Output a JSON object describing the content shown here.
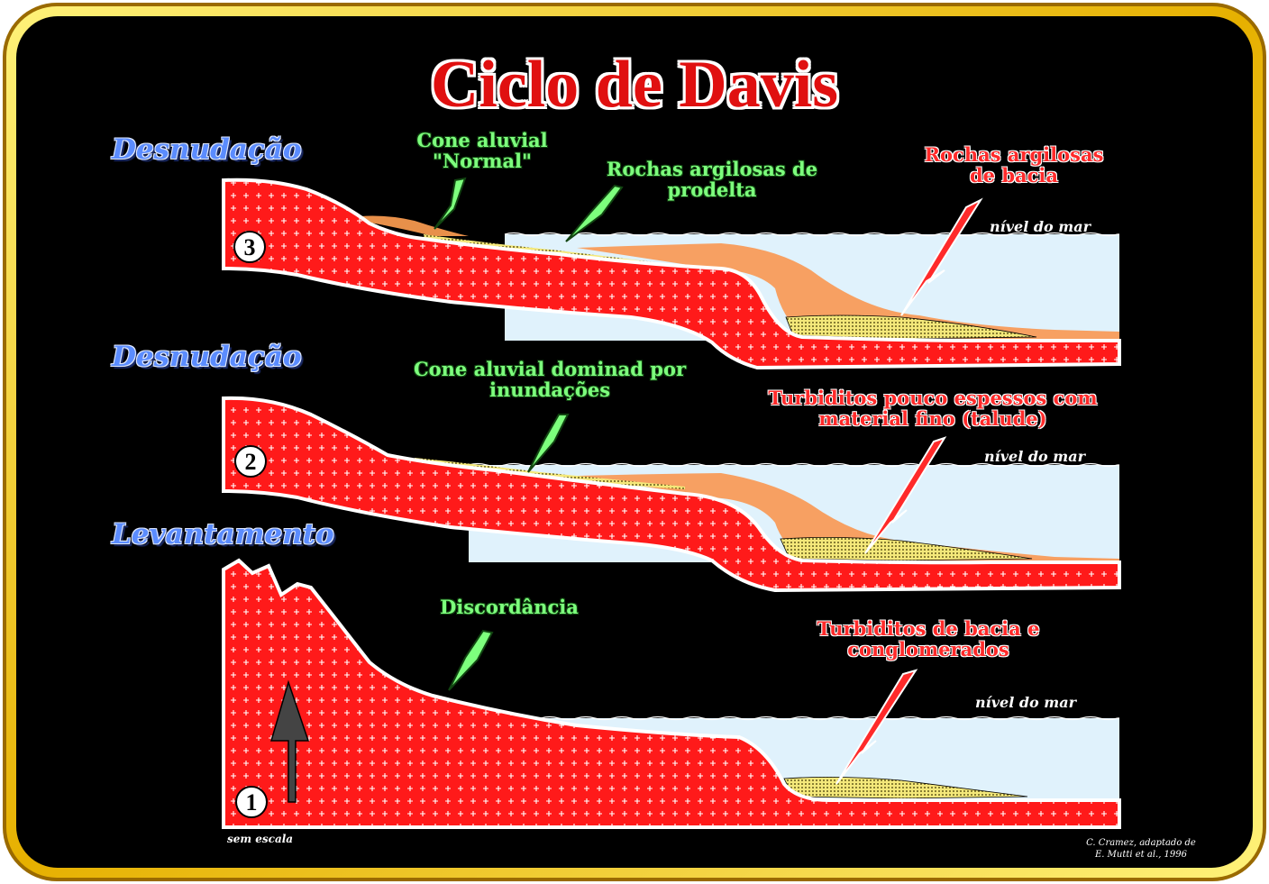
{
  "title": "Ciclo de Davis",
  "stages": {
    "stage3": "Desnudação",
    "stage2": "Desnudação",
    "stage1": "Levantamento"
  },
  "numbers": [
    "3",
    "2",
    "1"
  ],
  "labels": {
    "cone_normal_1": "Cone aluvial",
    "cone_normal_2": "\"Normal\"",
    "prodelta_1": "Rochas argilosas de",
    "prodelta_2": "prodelta",
    "bacia_1": "Rochas argilosas",
    "bacia_2": "de bacia",
    "cone_inund_1": "Cone aluvial dominad por",
    "cone_inund_2": "inundações",
    "turb_fino_1": "Turbiditos pouco espessos com",
    "turb_fino_2": "material fino (talude)",
    "discordancia": "Discordância",
    "turb_bacia_1": "Turbiditos de bacia e",
    "turb_bacia_2": "conglomerados"
  },
  "sea_level": [
    "nível do mar",
    "nível do mar",
    "nível do mar"
  ],
  "scale_note": "sem escala",
  "credit": [
    "C. Cramez, adaptado de",
    "E. Mutti et al., 1996"
  ],
  "colors": {
    "background": "#000000",
    "frame_gold": "#f0c000",
    "bedrock_red": "#ff1a1a",
    "water": "#e0f2fc",
    "prodelta_orange": "#f7a062",
    "turbidite_yellow": "#f4e87a"
  }
}
